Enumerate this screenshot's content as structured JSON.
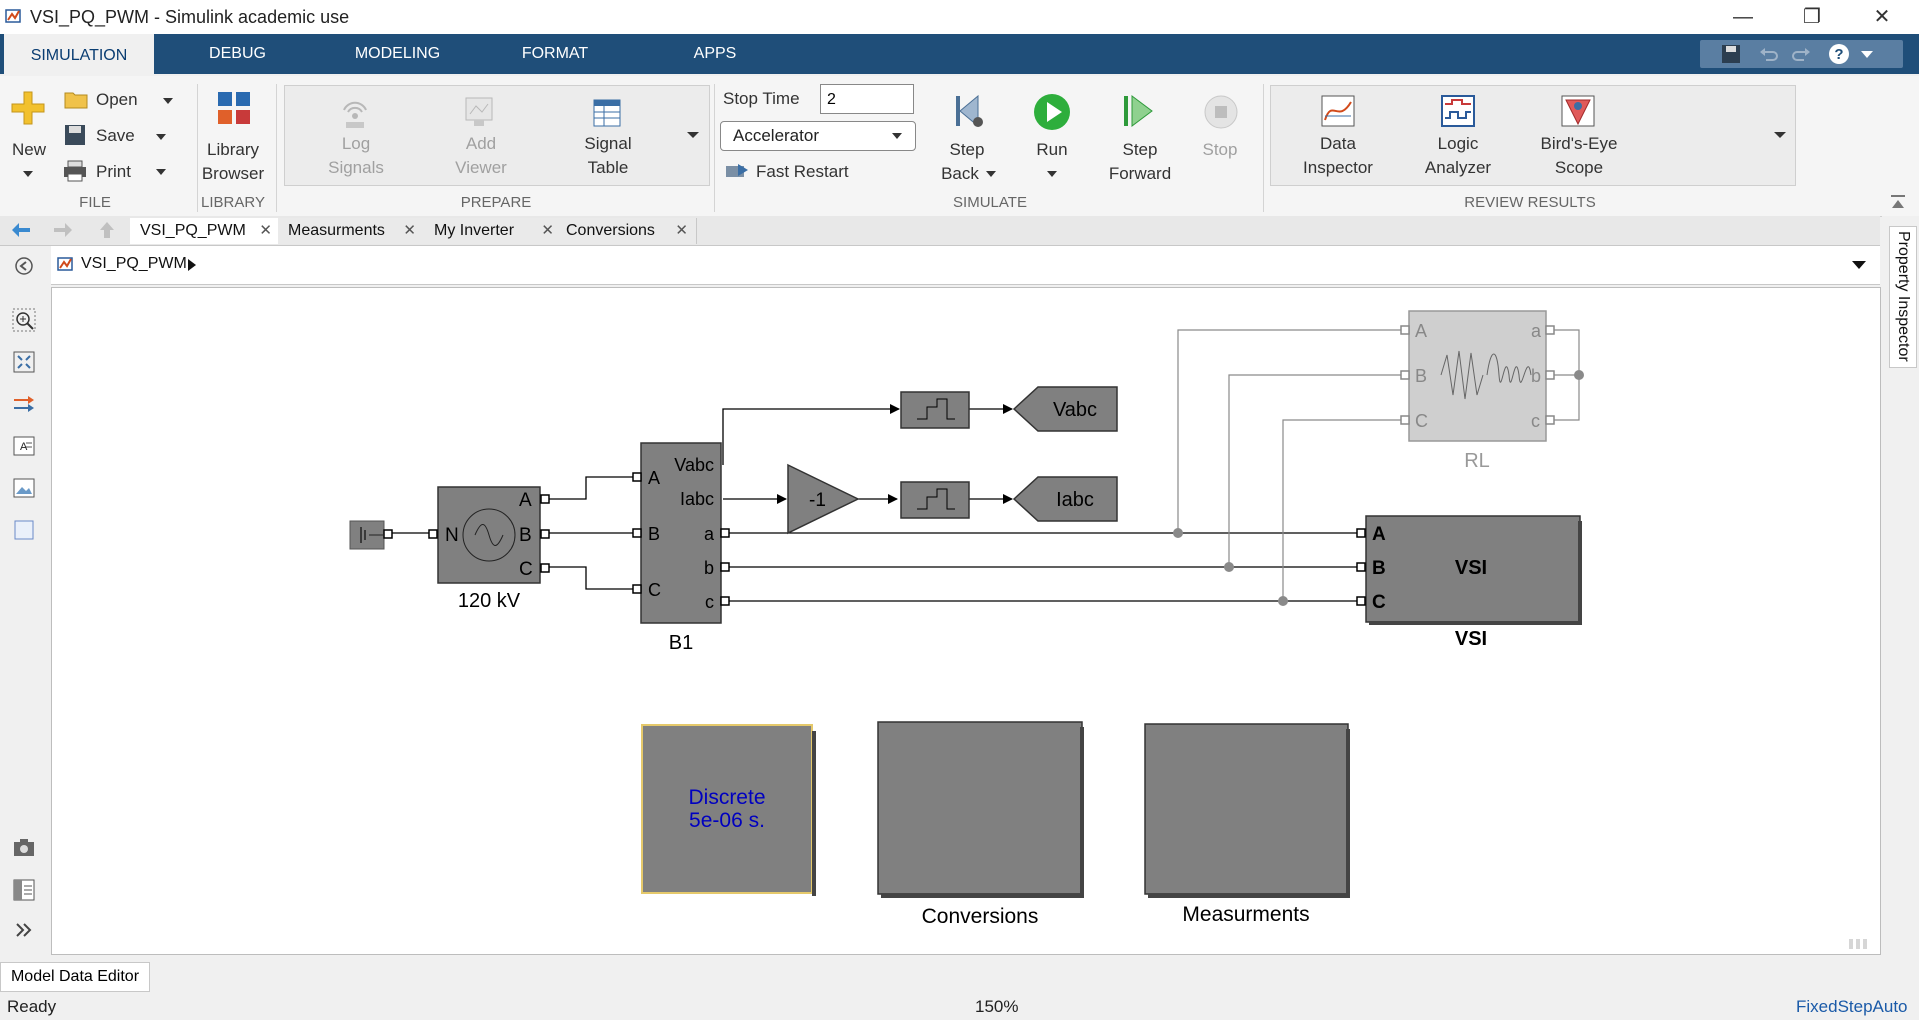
{
  "window": {
    "title": "VSI_PQ_PWM - Simulink academic use",
    "controls": [
      "minimize",
      "restore",
      "close"
    ]
  },
  "toolstrip_tabs": [
    "SIMULATION",
    "DEBUG",
    "MODELING",
    "FORMAT",
    "APPS"
  ],
  "ribbon": {
    "file": {
      "new_label": "New",
      "open_label": "Open",
      "save_label": "Save",
      "print_label": "Print",
      "section": "FILE"
    },
    "library": {
      "label_1": "Library",
      "label_2": "Browser",
      "section": "LIBRARY"
    },
    "prepare": {
      "log_1": "Log",
      "log_2": "Signals",
      "view_1": "Add",
      "view_2": "Viewer",
      "table_1": "Signal",
      "table_2": "Table",
      "section": "PREPARE"
    },
    "simulate": {
      "stop_time_label": "Stop Time",
      "stop_time_value": "2",
      "solver_mode": "Accelerator",
      "fast_restart": "Fast Restart",
      "step_back_1": "Step",
      "step_back_2": "Back",
      "run": "Run",
      "step_fwd_1": "Step",
      "step_fwd_2": "Forward",
      "stop": "Stop",
      "section": "SIMULATE"
    },
    "review": {
      "data_1": "Data",
      "data_2": "Inspector",
      "logic_1": "Logic",
      "logic_2": "Analyzer",
      "bird_1": "Bird's-Eye",
      "bird_2": "Scope",
      "section": "REVIEW RESULTS"
    }
  },
  "doc_tabs": [
    "VSI_PQ_PWM",
    "Measurments",
    "My Inverter",
    "Conversions"
  ],
  "breadcrumb": "VSI_PQ_PWM",
  "property_inspector": "Property Inspector",
  "diagram": {
    "source_label": "120 kV",
    "source_ports": [
      "N",
      "A",
      "B",
      "C"
    ],
    "b1_label": "B1",
    "b1_ports_left": [
      "A",
      "B",
      "C"
    ],
    "b1_ports_right": [
      "Vabc",
      "Iabc",
      "a",
      "b",
      "c"
    ],
    "gain": "-1",
    "goto_v": "Vabc",
    "goto_i": "Iabc",
    "rl_label": "RL",
    "rl_ports_left": [
      "A",
      "B",
      "C"
    ],
    "rl_ports_right": [
      "a",
      "b",
      "c"
    ],
    "vsi_inner": "VSI",
    "vsi_label": "VSI",
    "vsi_ports": [
      "A",
      "B",
      "C"
    ],
    "powergui_1": "Discrete",
    "powergui_2": "5e-06 s.",
    "conversions_label": "Conversions",
    "measurments_label": "Measurments"
  },
  "model_data_editor": "Model Data Editor",
  "status": {
    "state": "Ready",
    "zoom": "150%",
    "solver": "FixedStepAuto"
  },
  "colors": {
    "tabstrip": "#1f4e79",
    "block_fill": "#808080",
    "powergui_text": "#0000c0",
    "rl_fill": "#cfcfcf"
  }
}
